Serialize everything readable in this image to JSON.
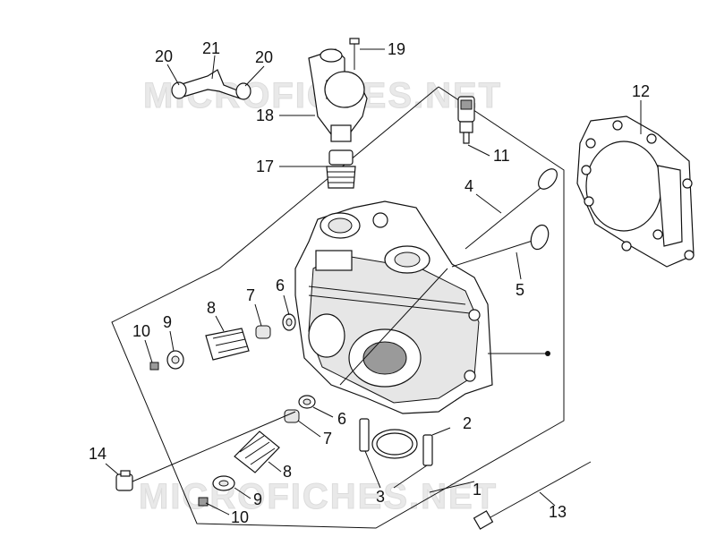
{
  "watermark": "MICROFICHES.NET",
  "callouts": {
    "c1": "1",
    "c2": "2",
    "c3": "3",
    "c4": "4",
    "c5": "5",
    "c6a": "6",
    "c6b": "6",
    "c7a": "7",
    "c7b": "7",
    "c8a": "8",
    "c8b": "8",
    "c9a": "9",
    "c9b": "9",
    "c10a": "10",
    "c10b": "10",
    "c11": "11",
    "c12": "12",
    "c13": "13",
    "c14": "14",
    "c17": "17",
    "c18": "18",
    "c19": "19",
    "c20a": "20",
    "c20b": "20",
    "c21": "21"
  }
}
